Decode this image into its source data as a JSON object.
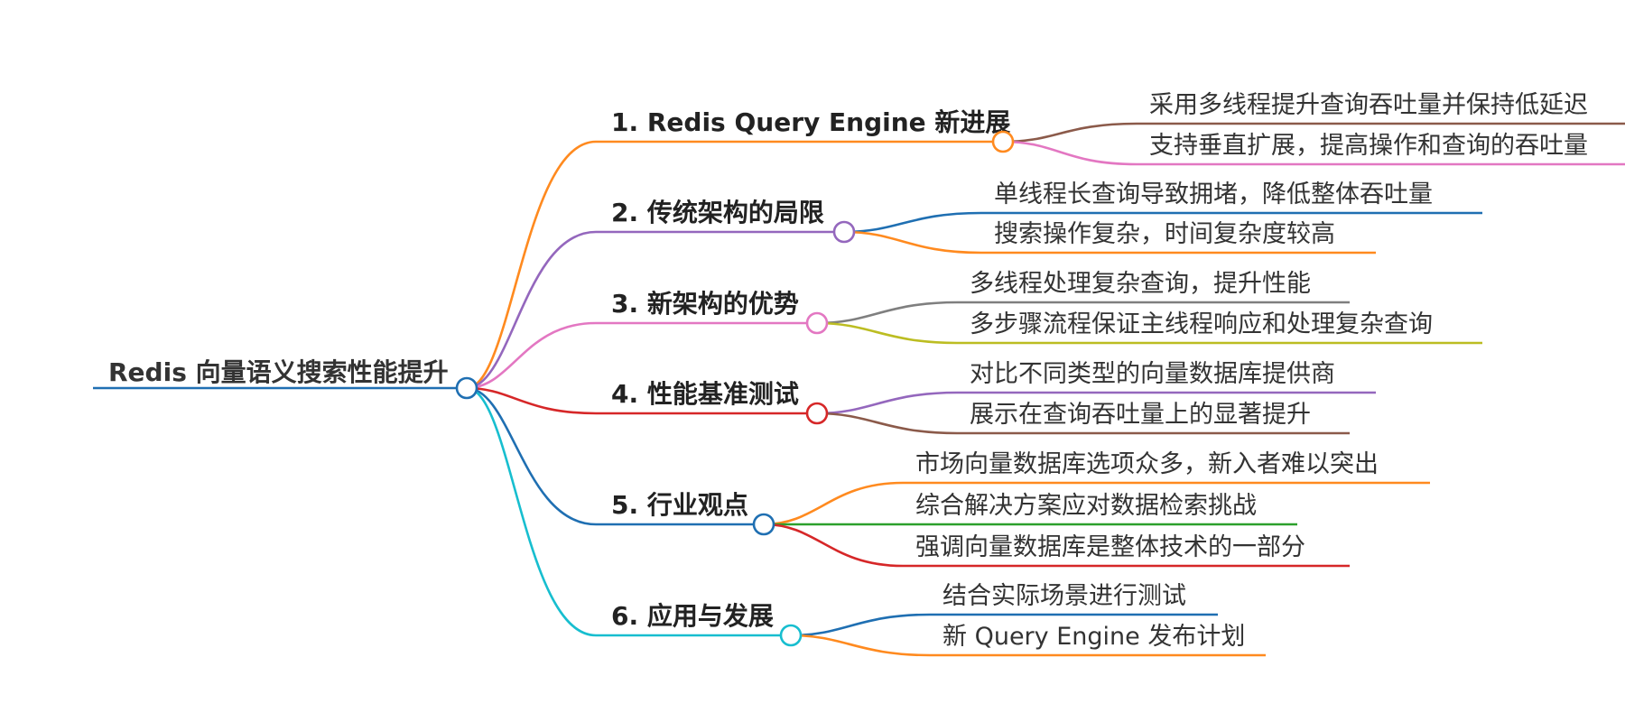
{
  "root": {
    "label": "Redis 向量语义搜索性能提升",
    "color": "#1f6fb2"
  },
  "branches": [
    {
      "label": "1. Redis Query Engine 新进展",
      "color": "#ff8a1f",
      "children": [
        {
          "label": "采用多线程提升查询吞吐量并保持低延迟",
          "color": "#8b5a4a"
        },
        {
          "label": "支持垂直扩展，提高操作和查询的吞吐量",
          "color": "#e377c2"
        }
      ]
    },
    {
      "label": "2. 传统架构的局限",
      "color": "#9467bd",
      "children": [
        {
          "label": "单线程长查询导致拥堵，降低整体吞吐量",
          "color": "#1f6fb2"
        },
        {
          "label": "搜索操作复杂，时间复杂度较高",
          "color": "#ff8a1f"
        }
      ]
    },
    {
      "label": "3. 新架构的优势",
      "color": "#e377c2",
      "children": [
        {
          "label": "多线程处理复杂查询，提升性能",
          "color": "#7f7f7f"
        },
        {
          "label": "多步骤流程保证主线程响应和处理复杂查询",
          "color": "#bcbd22"
        }
      ]
    },
    {
      "label": "4. 性能基准测试",
      "color": "#d62728",
      "children": [
        {
          "label": "对比不同类型的向量数据库提供商",
          "color": "#9467bd"
        },
        {
          "label": "展示在查询吞吐量上的显著提升",
          "color": "#8b5a4a"
        }
      ]
    },
    {
      "label": "5. 行业观点",
      "color": "#1f6fb2",
      "children": [
        {
          "label": "市场向量数据库选项众多，新入者难以突出",
          "color": "#ff8a1f"
        },
        {
          "label": "综合解决方案应对数据检索挑战",
          "color": "#2ca02c"
        },
        {
          "label": "强调向量数据库是整体技术的一部分",
          "color": "#d62728"
        }
      ]
    },
    {
      "label": "6. 应用与发展",
      "color": "#17becf",
      "children": [
        {
          "label": "结合实际场景进行测试",
          "color": "#1f6fb2"
        },
        {
          "label": "新 Query Engine 发布计划",
          "color": "#ff8a1f"
        }
      ]
    }
  ]
}
